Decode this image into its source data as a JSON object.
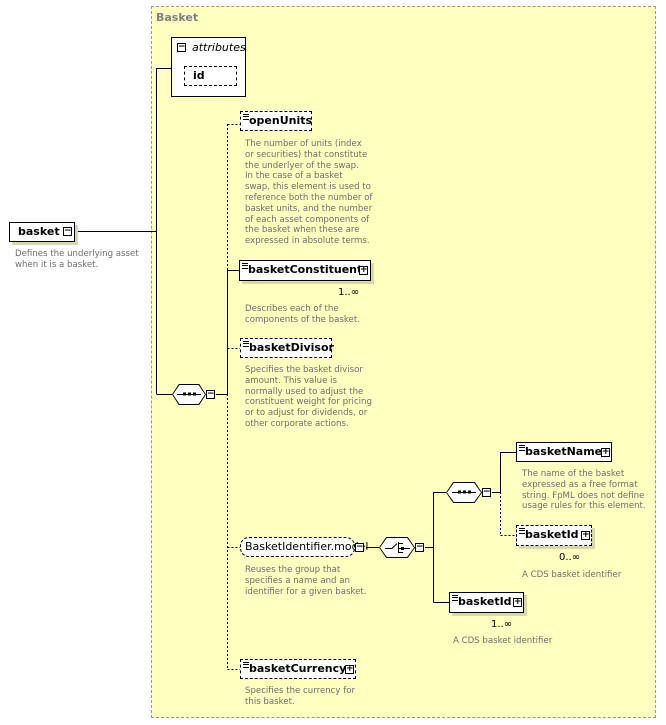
{
  "group": {
    "title": "Basket"
  },
  "root": {
    "name": "basket",
    "description": [
      "Defines the underlying asset",
      "when it is a basket."
    ]
  },
  "attributes": {
    "label": "attributes",
    "items": [
      "id"
    ]
  },
  "elements": {
    "openUnits": {
      "name": "openUnits",
      "description": [
        "The number of units (index",
        "or securities) that constitute",
        "the underlyer of the swap.",
        "In the case of a basket",
        "swap, this element is used to",
        "reference both the number of",
        "basket units, and the number",
        "of each asset components of",
        "the basket when these are",
        "expressed in absolute terms."
      ]
    },
    "basketConstituent": {
      "name": "basketConstituent",
      "cardinality": "1..∞",
      "description": [
        "Describes each of the",
        "components of the basket."
      ]
    },
    "basketDivisor": {
      "name": "basketDivisor",
      "description": [
        "Specifies the basket divisor",
        "amount. This value is",
        "normally used to adjust the",
        "constituent weight for pricing",
        "or to adjust for dividends, or",
        "other corporate actions."
      ]
    },
    "basketIdentifierModel": {
      "name": "BasketIdentifier.model",
      "description": [
        "Reuses the group that",
        "specifies a name and an",
        "identifier for a given basket."
      ]
    },
    "basketName": {
      "name": "basketName",
      "description": [
        "The name of the basket",
        "expressed as a free format",
        "string. FpML does not define",
        "usage rules for this element."
      ]
    },
    "basketIdOptional": {
      "name": "basketId",
      "cardinality": "0..∞",
      "description": [
        "A CDS basket identifier"
      ]
    },
    "basketIdRequired": {
      "name": "basketId",
      "cardinality": "1..∞",
      "description": [
        "A CDS basket identifier"
      ]
    },
    "basketCurrency": {
      "name": "basketCurrency",
      "description": [
        "Specifies the currency for",
        "this basket."
      ]
    }
  },
  "symbols": {
    "expand": "+",
    "collapse": "−"
  },
  "colors": {
    "panel": "#ffffc0",
    "description": "#6e6e6e"
  }
}
